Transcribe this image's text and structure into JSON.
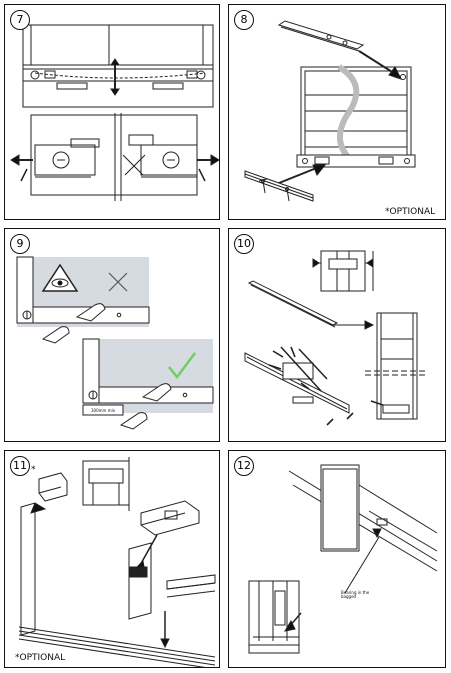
{
  "steps": [
    {
      "number": "7"
    },
    {
      "number": "8",
      "note": "*OPTIONAL"
    },
    {
      "number": "9",
      "label": "300mm min"
    },
    {
      "number": "10"
    },
    {
      "number": "11",
      "star": "*",
      "note": "*OPTIONAL"
    },
    {
      "number": "12",
      "callout": "Bearing in the bagged"
    }
  ],
  "colors": {
    "line": "#222222",
    "shade": "#d6dbe2",
    "tick": "#6fcf5f",
    "cross": "#555555"
  },
  "icons": [
    "eye-warning-icon",
    "cross-mark-icon",
    "check-mark-icon",
    "hand-icon",
    "arrow-icon"
  ]
}
